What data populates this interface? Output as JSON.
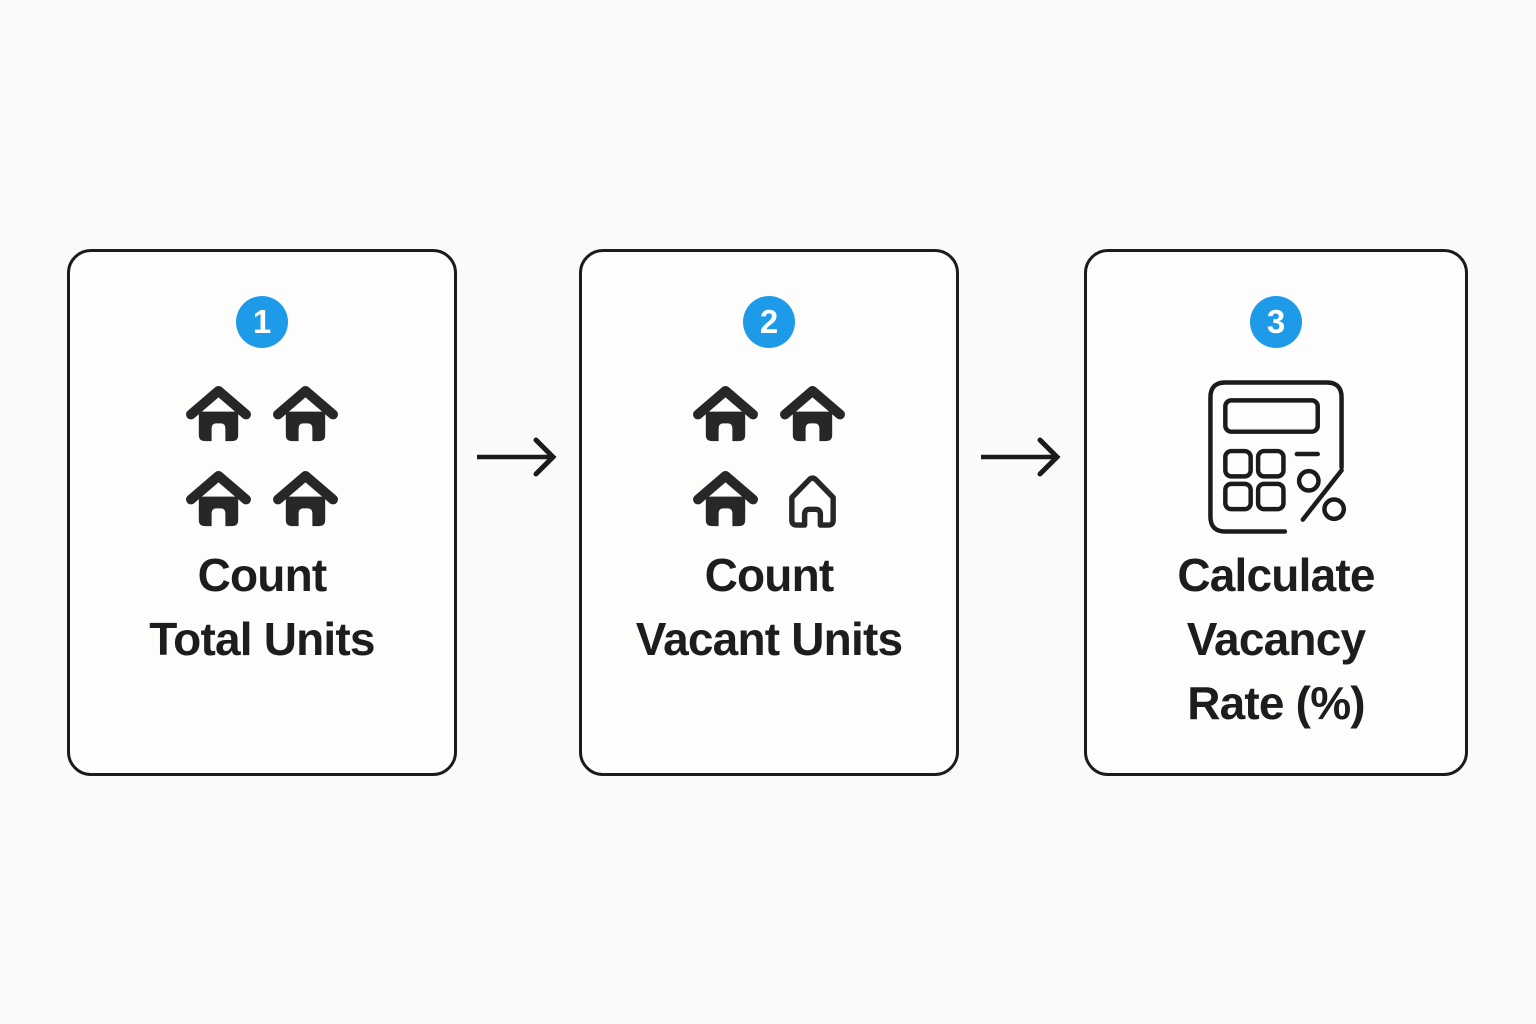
{
  "colors": {
    "page_background": "#FAFAF9",
    "card_background": "#FDFDFC",
    "card_border": "#1B1B1B",
    "accent_blue": "#1D9BE9",
    "icon_ink": "#272727",
    "text_ink": "#1D1D1F"
  },
  "steps": [
    {
      "number": "1",
      "icon": "houses-4-filled-icon",
      "label_lines": [
        "Count",
        "Total Units"
      ]
    },
    {
      "number": "2",
      "icon": "houses-3-filled-1-outline-icon",
      "label_lines": [
        "Count",
        "Vacant Units"
      ]
    },
    {
      "number": "3",
      "icon": "calculator-percent-icon",
      "label_lines": [
        "Calculate",
        "Vacancy",
        "Rate (%)"
      ]
    }
  ],
  "connectors": [
    {
      "icon": "right-arrow-icon"
    },
    {
      "icon": "right-arrow-icon"
    }
  ]
}
